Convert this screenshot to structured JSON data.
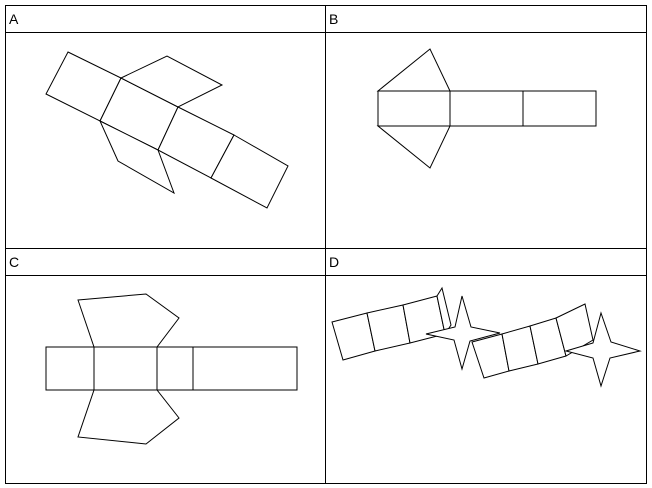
{
  "panels": [
    {
      "id": "A",
      "label": "A"
    },
    {
      "id": "B",
      "label": "B"
    },
    {
      "id": "C",
      "label": "C"
    },
    {
      "id": "D",
      "label": "D"
    }
  ],
  "colors": {
    "line": "#000000",
    "background": "#ffffff"
  }
}
